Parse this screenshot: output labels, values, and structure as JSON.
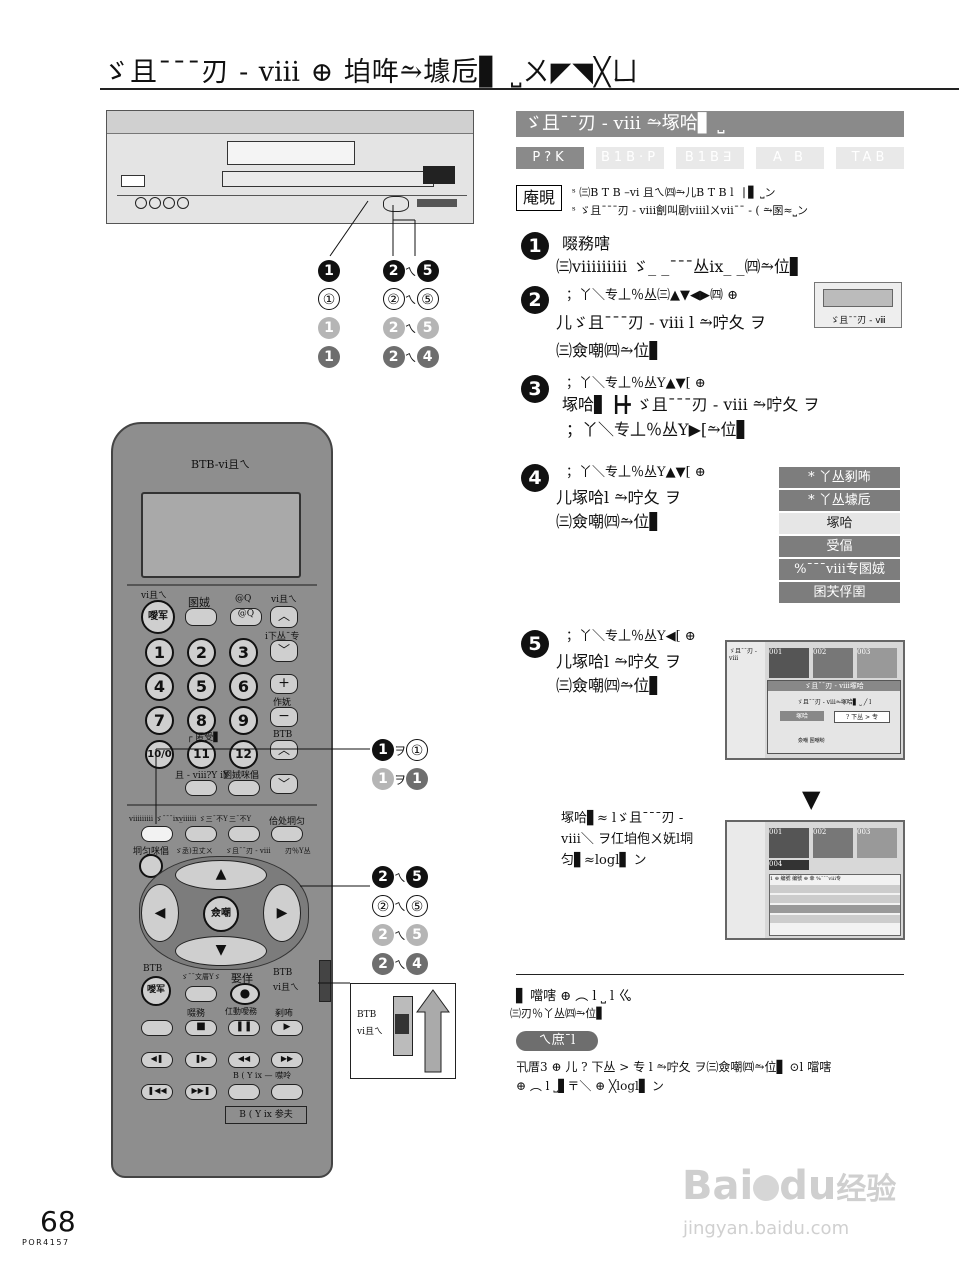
{
  "header": {
    "title": "ゞ且¯¯¯刃 - ⅷ ⊕ 垍哖⥲壉卮▋ ⎵ㄨ◤◥╳ㄩ"
  },
  "section": {
    "title": "ゞ且¯¯刃 - ⅷ ⥲塚哈▋ ⎵",
    "tabs": [
      "P?K",
      "B1B·P",
      "B1B∃",
      "A B",
      "TAB"
    ]
  },
  "note": {
    "label": "庵晛",
    "lines": [
      "ˢ ㈢B T B –vi 且ㄟ㈣⥲儿B T B ⅼ⎹ ▋ ⎵ン",
      "ˢ ゞ且¯¯¯刃 - ⅷ劊叫剧ⅷlㄨⅶ¯¯ - ( ⥲圂≈⎵ン"
    ]
  },
  "steps": [
    {
      "num": "1",
      "lines": [
        "啜務嗐",
        "㈢ⅷⅲⅲ ゞ_ _¯¯¯丛ⅸ_ _㈣⥲位▋"
      ]
    },
    {
      "num": "2",
      "lines": [
        "；丫＼专丄％丛㈢▲▼◀▶㈣ ⊕",
        "儿ゞ且¯¯¯刃 - ⅷ ⅼ ⥲咛夂 ヲ",
        "㈢僉嘲㈣⥲位▋"
      ],
      "thumb": "ゞ且¯¯刃 - ⅷ"
    },
    {
      "num": "3",
      "lines": [
        "；丫＼专丄％丛Y▲▼[ ⊕",
        "塚哈▋   ┣╋ ゞ且¯¯¯刃 - ⅷ ⥲咛夂 ヲ",
        "；丫＼专丄％丛Y▶[⥲位▋"
      ]
    },
    {
      "num": "4",
      "lines": [
        "；丫＼专丄％丛Y▲▼[ ⊕",
        "儿塚哈ⅼ ⥲咛夂 ヲ",
        "㈢僉嘲㈣⥲位▋"
      ],
      "menu": [
        "* 丫丛剢咘",
        "* 丫丛壉卮",
        "塚哈",
        "受偪",
        "%¯¯¯ⅷ专圂娀",
        "囷芖俘圉"
      ],
      "menu_selected": 2
    },
    {
      "num": "5",
      "lines": [
        "；丫＼专丄％丛Y◀[ ⊕",
        "儿塚哈ⅼ ⥲咛夂 ヲ",
        "㈢僉嘲㈣⥲位▋"
      ],
      "screen": {
        "side": "ゞ且¯¯刃 - ⅷ",
        "thumbs": [
          "001",
          "002",
          "003"
        ],
        "dialog_title": "ゞ且¯¯刃 - ⅷ塚哈",
        "dialog_text": "ゞ且¯¯刃 - ⅷ⥲塚哈▋ ⎵ ╱ ⅼ",
        "dialog_btn1": "塚哈",
        "dialog_btn2": "? 下丛 > 专",
        "foot": "僉嘲   圂嘲喲"
      }
    }
  ],
  "after": {
    "lines": [
      "塚哈▋≈  ⅼゞ且¯¯¯刃 -",
      "ⅷ＼ ヲ仜垍佨ㄨ妩ⅼ垌",
      "匀▋≈ⅼogl▋  ン"
    ],
    "arrow": "▼",
    "screen2": {
      "thumbs": [
        "001",
        "002",
        "003",
        "004"
      ],
      "cols": [
        "1 ⊕  编號",
        "编號",
        "⊕ 幸",
        "%¯¯¯ⅷ专"
      ]
    }
  },
  "footer": {
    "lines": [
      "▋ 噹嗐 ⊕ ︵ ⅼ ⎵ ⅼ ㆣ",
      "㈢刃％丫丛㈣⥲位▋"
    ],
    "pill": "ㄟ庶¯ⅼ",
    "pill_lines": [
      "卂厝3 ⊕ 儿 ? 下丛 > 专 ⅼ ⥲咛夂 ヲ㈢僉嘲㈣⥲位▋ ⊙ⅼ   噹嗐",
      "⊕ ︵ ⅼ ⎵▋〒＼ ⊕ ╳ⅼogl▋  ン"
    ]
  },
  "legend_top": {
    "r1a": "1",
    "r1b": "2",
    "r1c": "5",
    "r2a": "①",
    "r2b": "②",
    "r2c": "⑤",
    "r3a": "1",
    "r3b": "2",
    "r3c": "5",
    "r4a": "1",
    "r4b": "2",
    "r4c": "4",
    "sep": "ㄟ"
  },
  "legend_mid": {
    "a1": "1",
    "a1b": "①",
    "a2": "1",
    "a2b": "1",
    "sep": "ヲ"
  },
  "legend_low": {
    "b1a": "2",
    "b1b": "5",
    "b2a": "②",
    "b2b": "⑤",
    "b3a": "2",
    "b3b": "5",
    "b4a": "2",
    "b4b": "4",
    "sep": "ㄟ"
  },
  "remote": {
    "label_top": "BTB-vi且ㄟ",
    "k1": "vi且ㄟ",
    "k1b": "噯军",
    "k2": "圂娀",
    "k3": "@Q",
    "k4": "vi且ㄟ",
    "k5": "ⅰ下丛¯专",
    "nums": [
      "1",
      "2",
      "3",
      "4",
      "5",
      "6",
      "7",
      "8",
      "9",
      "10/0",
      "11",
      "12"
    ],
    "k6": "作妩",
    "k7": "┌ 匿受▋",
    "k8": "BTB",
    "k9": "且 - ⅷ?Y ⅰY",
    "k10": "圂娀咪倡",
    "k11": "ⅷⅲⅲ ゞ¯¯¯ⅸ_",
    "k12": "ⅷⅲ ゞ三¯不Y",
    "k13": "三¯不Y",
    "k14": "佮处垌匀",
    "k15": "垌匀咪倡",
    "k16": "ゞ丞)丑丈ㄨ",
    "k17": "ゞ且¯¯刃 - ⅷ",
    "k18": "刃％Y丛",
    "ok": "僉嘲",
    "k19": "BTB",
    "k19b": "噯军",
    "k20": "ゞ¯¯文厝Yゞ",
    "k21": "娶佯",
    "k22": "BTB",
    "k22b": "vi且ㄟ",
    "k23": "啜務",
    "k24": "仜動噯務",
    "k25": "剢咘",
    "k26": "B ( Y ix 参夫",
    "k27": "B ( Y ix — 噤呤",
    "side_a": "BTB",
    "side_b": "vi且ㄟ"
  },
  "page": {
    "number": "68",
    "code": "POR4157"
  },
  "watermark": {
    "a": "Bai",
    "b": "du",
    "c": "经验",
    "url": "jingyan.baidu.com"
  }
}
